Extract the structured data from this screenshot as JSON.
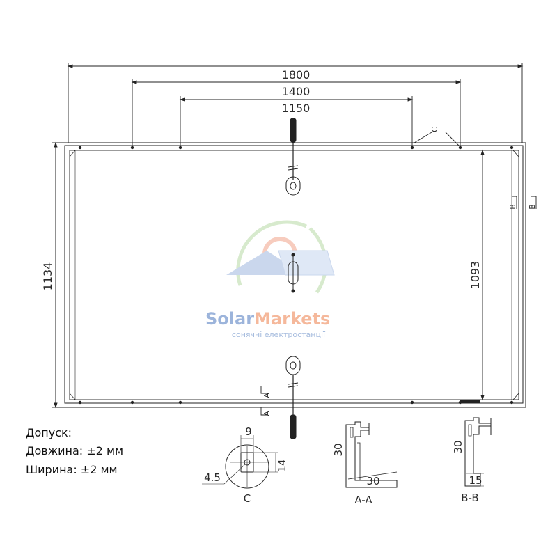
{
  "dimensions": {
    "overall_length": "1800",
    "outer_hole_span": "1400",
    "inner_hole_span": "1150",
    "width": "1134",
    "inner_width": "1093"
  },
  "section_labels": {
    "a_marker": "A",
    "b_marker": "B",
    "c_marker": "C",
    "c_caption": "C",
    "aa_caption": "A-A",
    "bb_caption": "B-B"
  },
  "detail_c": {
    "width": "9",
    "height": "14",
    "diameter": "4.5"
  },
  "section_aa": {
    "height": "30",
    "width": "30"
  },
  "section_bb": {
    "height": "30",
    "width": "15"
  },
  "tolerance": {
    "heading": "Допуск:",
    "length": "Довжина: ±2 мм",
    "width": "Ширина: ±2 мм"
  },
  "watermark": {
    "brand_a": "Solar",
    "brand_b": "Markets",
    "subtitle": "сонячні електростанції",
    "colors": {
      "blue": "#5b83c4",
      "orange": "#ef8a5a",
      "green": "#8fc27a"
    }
  }
}
